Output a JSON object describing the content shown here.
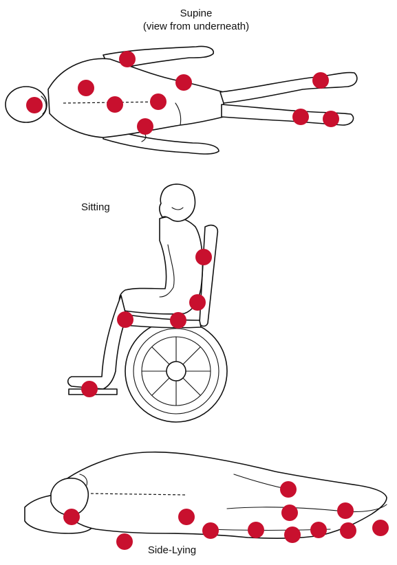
{
  "labels": {
    "supine_title": "Supine",
    "supine_subtitle": "(view from underneath)",
    "sitting": "Sitting",
    "side_lying": "Side-Lying"
  },
  "colors": {
    "pressure_point": "#c8102e",
    "outline": "#111111",
    "background": "#ffffff"
  },
  "pressure_points": {
    "supine": [
      "head",
      "scapula",
      "elbow",
      "spine",
      "sacrum",
      "hip",
      "elbow-lower",
      "heel-upper",
      "calf",
      "heel"
    ],
    "sitting": [
      "scapula",
      "sacrum",
      "ischium",
      "knee",
      "foot"
    ],
    "side_lying": [
      "ear",
      "shoulder",
      "elbow",
      "ribs",
      "hip",
      "thigh",
      "knee",
      "ankle",
      "malleolus"
    ]
  }
}
